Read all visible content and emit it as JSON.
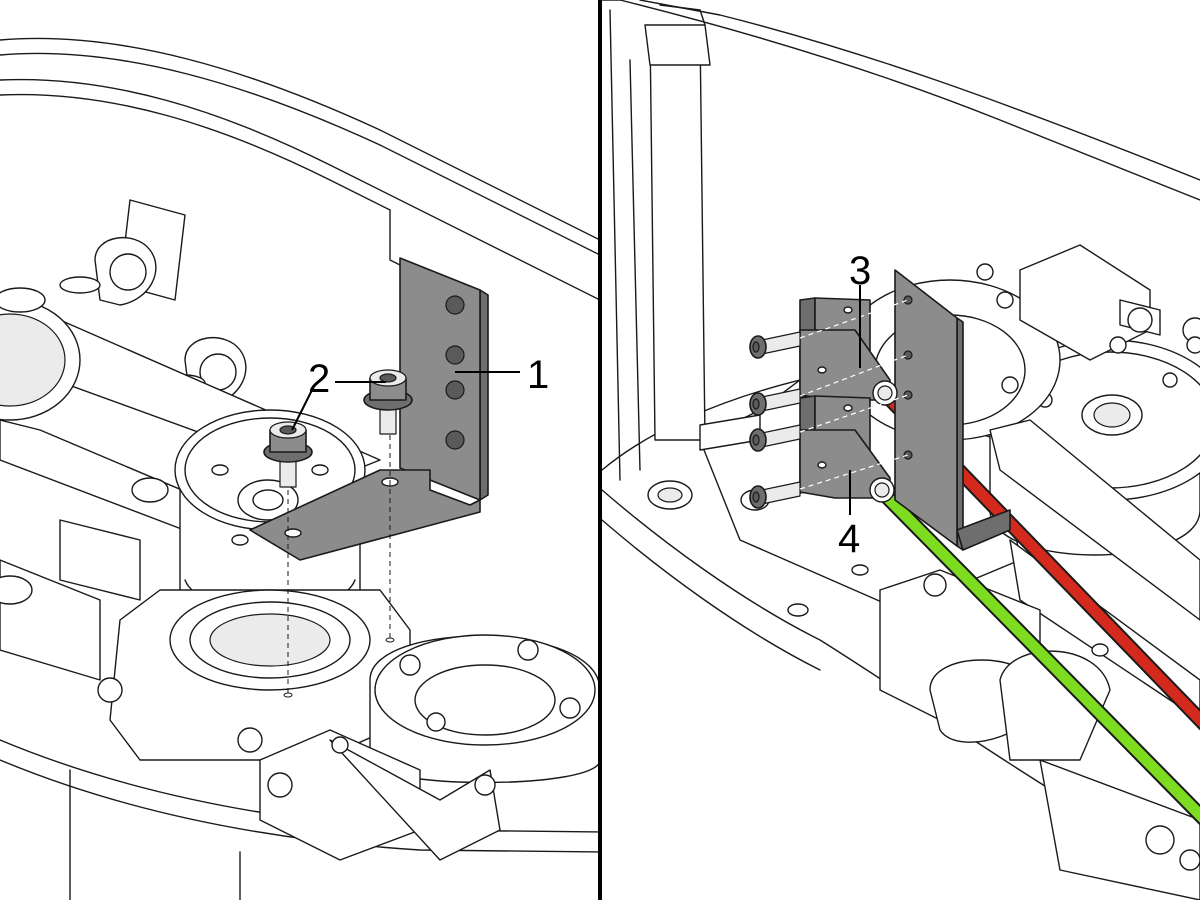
{
  "callouts": {
    "c1": "1",
    "c2": "2",
    "c3": "3",
    "c4": "4"
  },
  "colors": {
    "bracket": "#8c8c8c",
    "rod_red": "#d42a1e",
    "rod_green": "#7ddc1f",
    "divider": "#000000"
  }
}
